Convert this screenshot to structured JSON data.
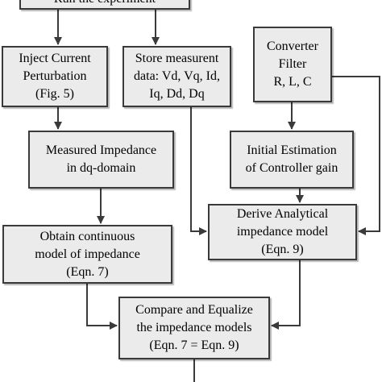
{
  "diagram": {
    "colors": {
      "box_fill": "#ebebeb",
      "box_border": "#3a3a3a",
      "arrow": "#3a3a3a"
    },
    "nodes": {
      "run": {
        "lines": [
          "Run the experiment"
        ]
      },
      "inject": {
        "lines": [
          "Inject Current",
          "Perturbation",
          "(Fig. 5)"
        ]
      },
      "store": {
        "lines": [
          "Store measurent",
          "data: Vd, Vq, Id,",
          "Iq, Dd, Dq"
        ]
      },
      "converter": {
        "lines": [
          "Converter",
          "Filter",
          "R, L, C"
        ]
      },
      "measured": {
        "lines": [
          "Measured Impedance",
          "in dq-domain"
        ]
      },
      "initial": {
        "lines": [
          "Initial Estimation",
          "of Controller gain"
        ]
      },
      "derive": {
        "lines": [
          "Derive Analytical",
          "impedance model",
          "(Eqn. 9)"
        ]
      },
      "obtain": {
        "lines": [
          "Obtain continuous",
          "model of impedance",
          "(Eqn. 7)"
        ]
      },
      "compare": {
        "lines": [
          "Compare and Equalize",
          "the impedance models",
          "(Eqn. 7 = Eqn. 9)"
        ]
      }
    }
  }
}
